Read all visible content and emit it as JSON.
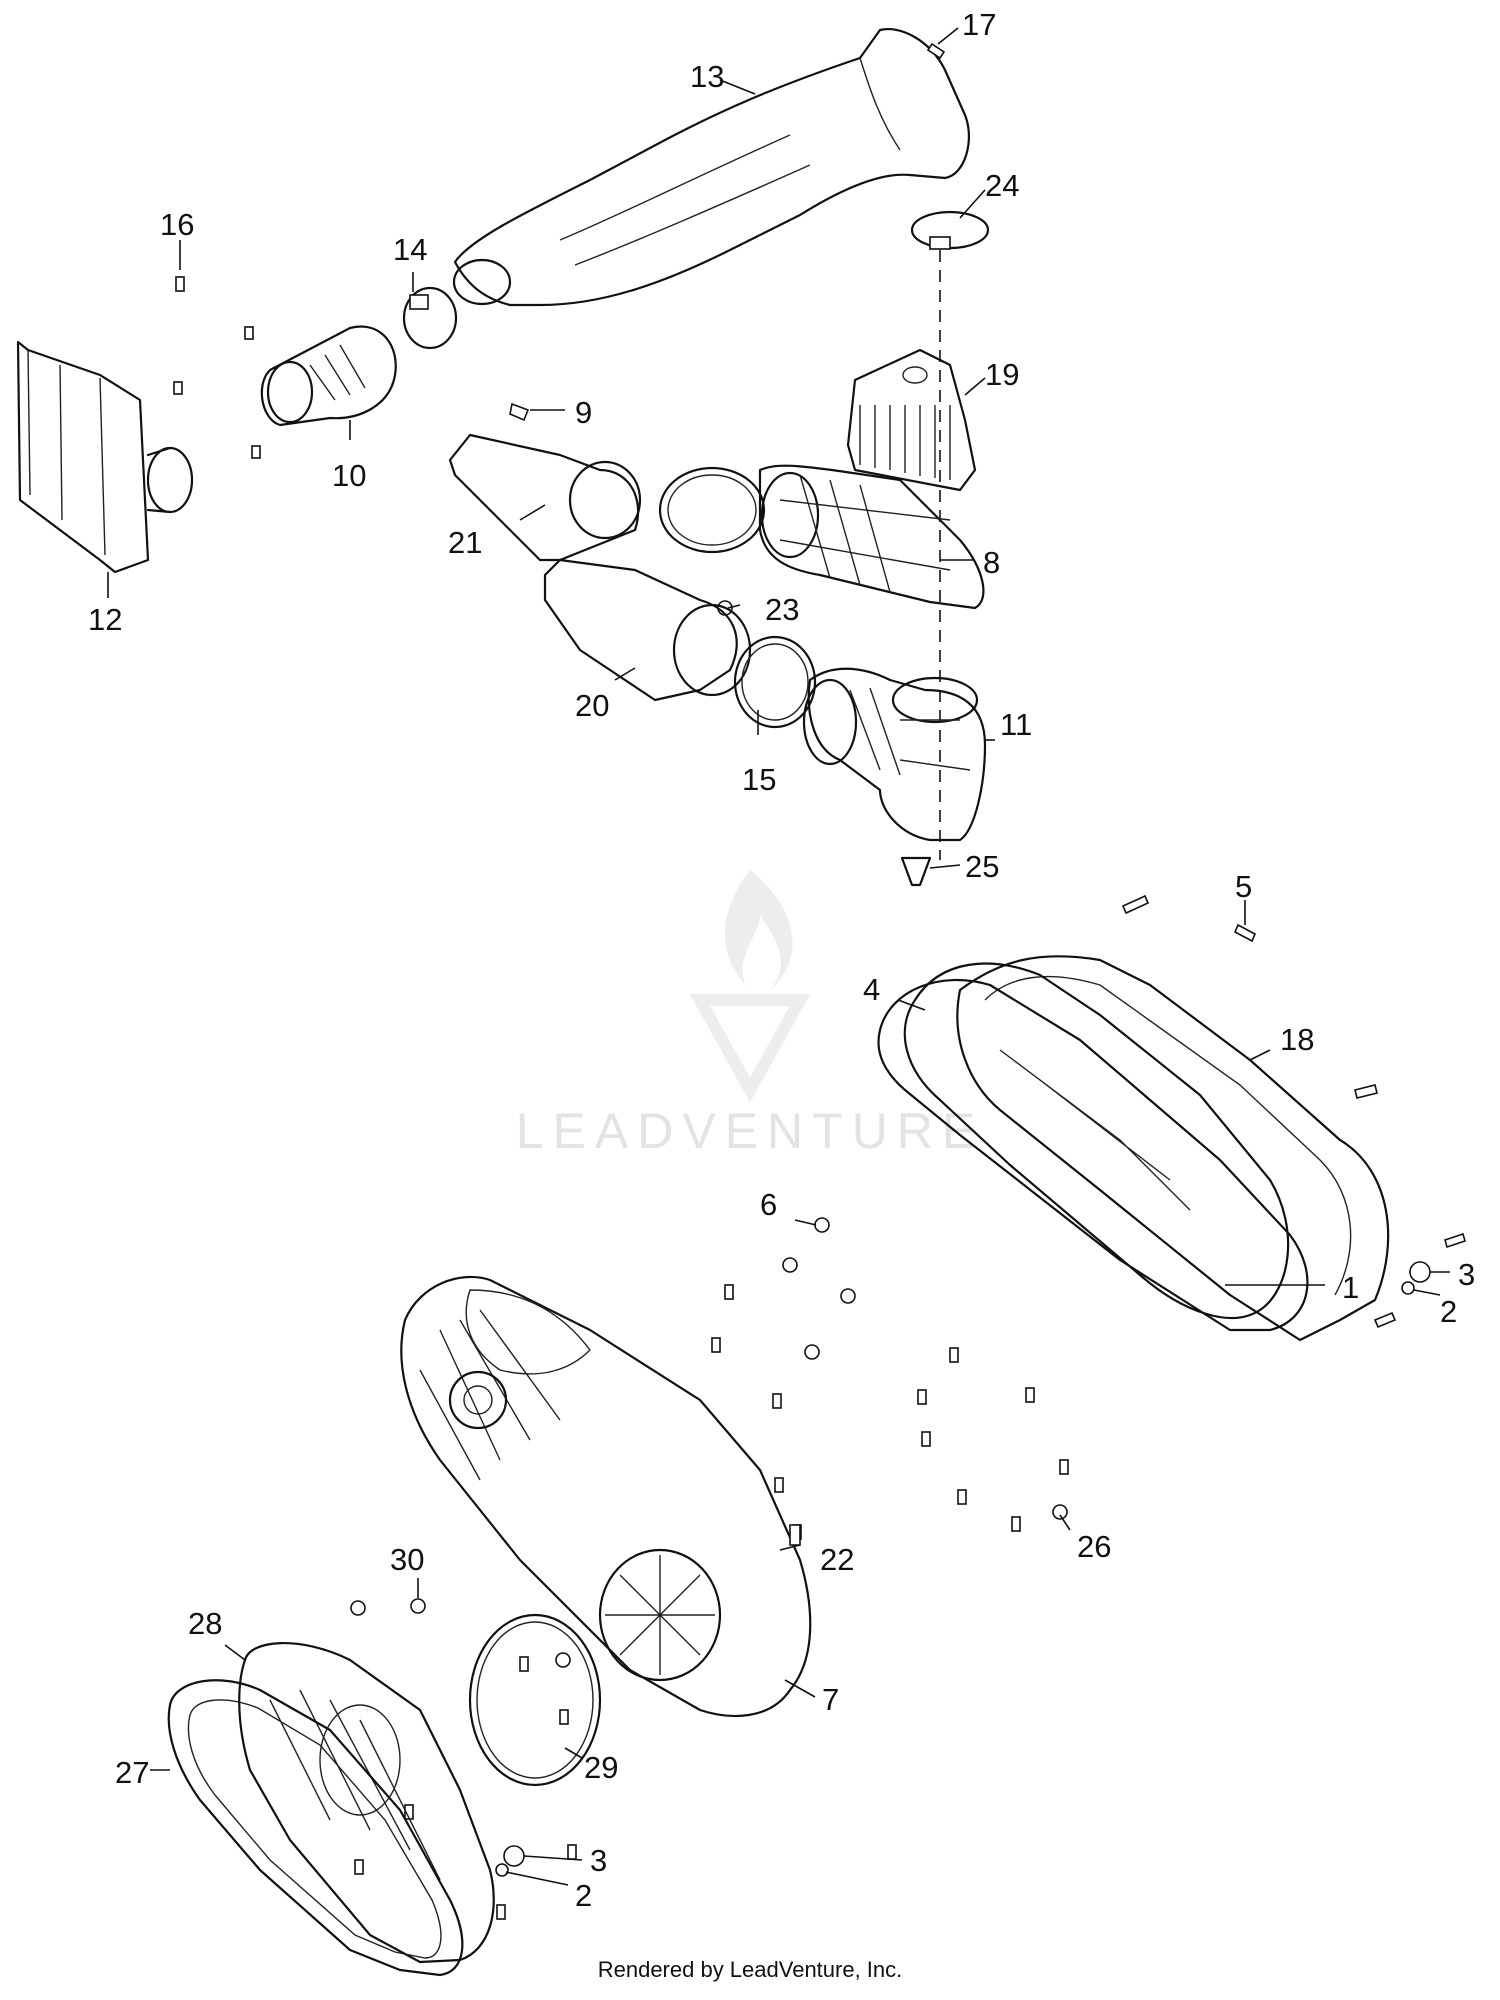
{
  "watermark": {
    "text": "LEADVENTURE",
    "logo": "leadventure-flame-logo"
  },
  "footer": {
    "text": "Rendered by LeadVenture, Inc."
  },
  "callouts": [
    "1",
    "2",
    "2",
    "3",
    "3",
    "4",
    "5",
    "6",
    "7",
    "8",
    "9",
    "10",
    "11",
    "12",
    "13",
    "14",
    "15",
    "16",
    "17",
    "18",
    "19",
    "20",
    "21",
    "22",
    "23",
    "24",
    "25",
    "26",
    "27",
    "28",
    "29",
    "30"
  ]
}
